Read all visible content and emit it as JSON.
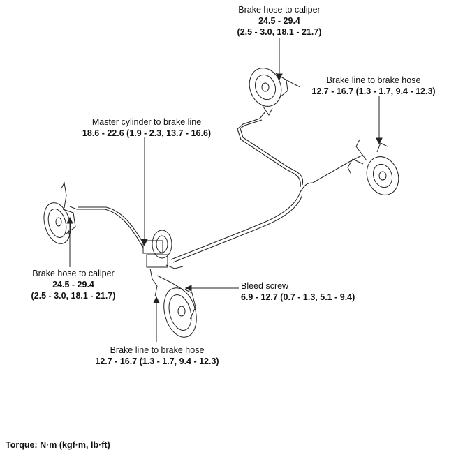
{
  "callouts": {
    "rear_left_hose": {
      "title": "Brake hose to caliper",
      "value1": "24.5 - 29.4",
      "value2": "(2.5 - 3.0, 18.1 - 21.7)"
    },
    "rear_right_line": {
      "title": "Brake line to brake hose",
      "value1": "12.7 - 16.7 (1.3 - 1.7, 9.4 - 12.3)"
    },
    "master_cylinder": {
      "title": "Master cylinder to brake line",
      "value1": "18.6 - 22.6 (1.9 - 2.3, 13.7 - 16.6)"
    },
    "front_left_hose": {
      "title": "Brake hose to caliper",
      "value1": "24.5 - 29.4",
      "value2": "(2.5 - 3.0, 18.1 - 21.7)"
    },
    "bleed_screw": {
      "title": "Bleed screw",
      "value1": "6.9 - 12.7 (0.7 - 1.3, 5.1 - 9.4)"
    },
    "front_right_line": {
      "title": "Brake line to brake hose",
      "value1": "12.7 - 16.7 (1.3 - 1.7, 9.4 - 12.3)"
    }
  },
  "footer": {
    "torque_units": "Torque: N·m (kgf·m, lb·ft)"
  }
}
